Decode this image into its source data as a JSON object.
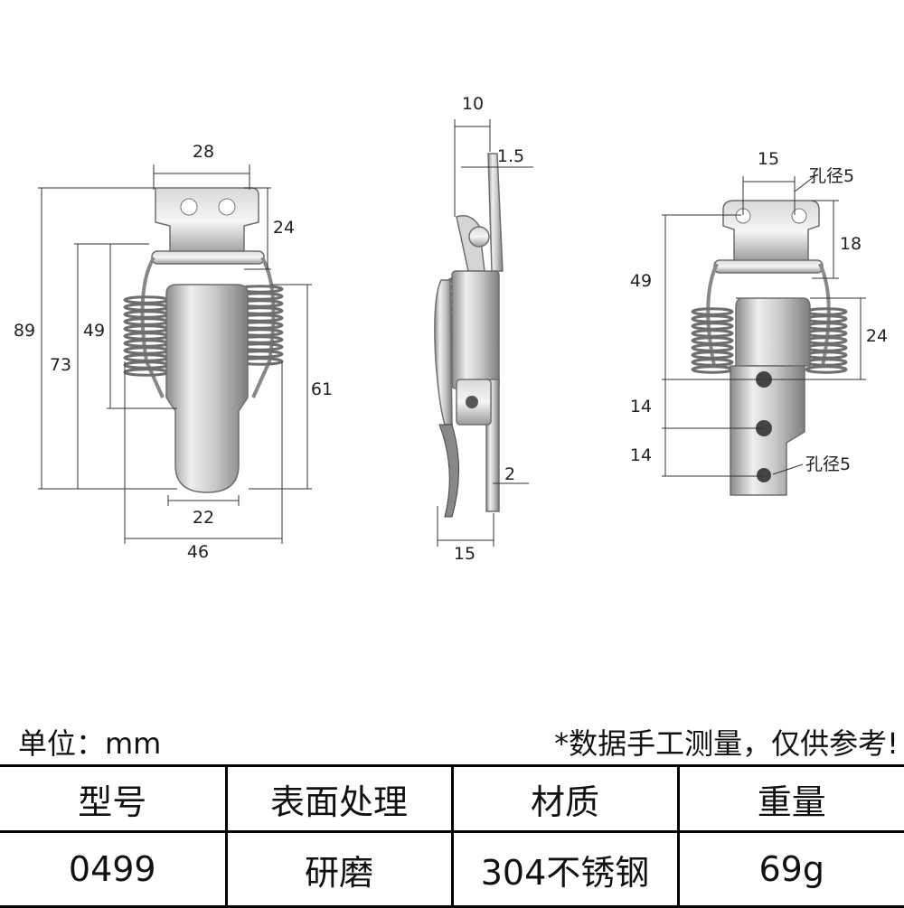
{
  "front_view": {
    "dims": {
      "top_width": "28",
      "plate_height": "24",
      "overall_height": "89",
      "height_73": "73",
      "height_49": "49",
      "lower_height": "61",
      "bottom_width": "22",
      "overall_width": "46"
    }
  },
  "side_view": {
    "dims": {
      "depth": "10",
      "thickness": "1.5",
      "thickness_bottom": "2",
      "base_width": "15"
    }
  },
  "catch_view": {
    "dims": {
      "hole_spacing": "15",
      "hole_dia_top": "孔径5",
      "plate_height": "18",
      "height_49": "49",
      "spring_height": "24",
      "pitch_1": "14",
      "pitch_2": "14",
      "hole_dia_bottom": "孔径5"
    }
  },
  "colors": {
    "steel_light": "#e6e6e6",
    "steel_mid": "#b5b5b5",
    "steel_dark": "#6e6e6e"
  },
  "unit_label": "单位：mm",
  "note": "*数据手工测量，仅供参考!",
  "spec_table": {
    "headers": [
      "型号",
      "表面处理",
      "材质",
      "重量"
    ],
    "values": [
      "0499",
      "研磨",
      "304不锈钢",
      "69g"
    ]
  }
}
